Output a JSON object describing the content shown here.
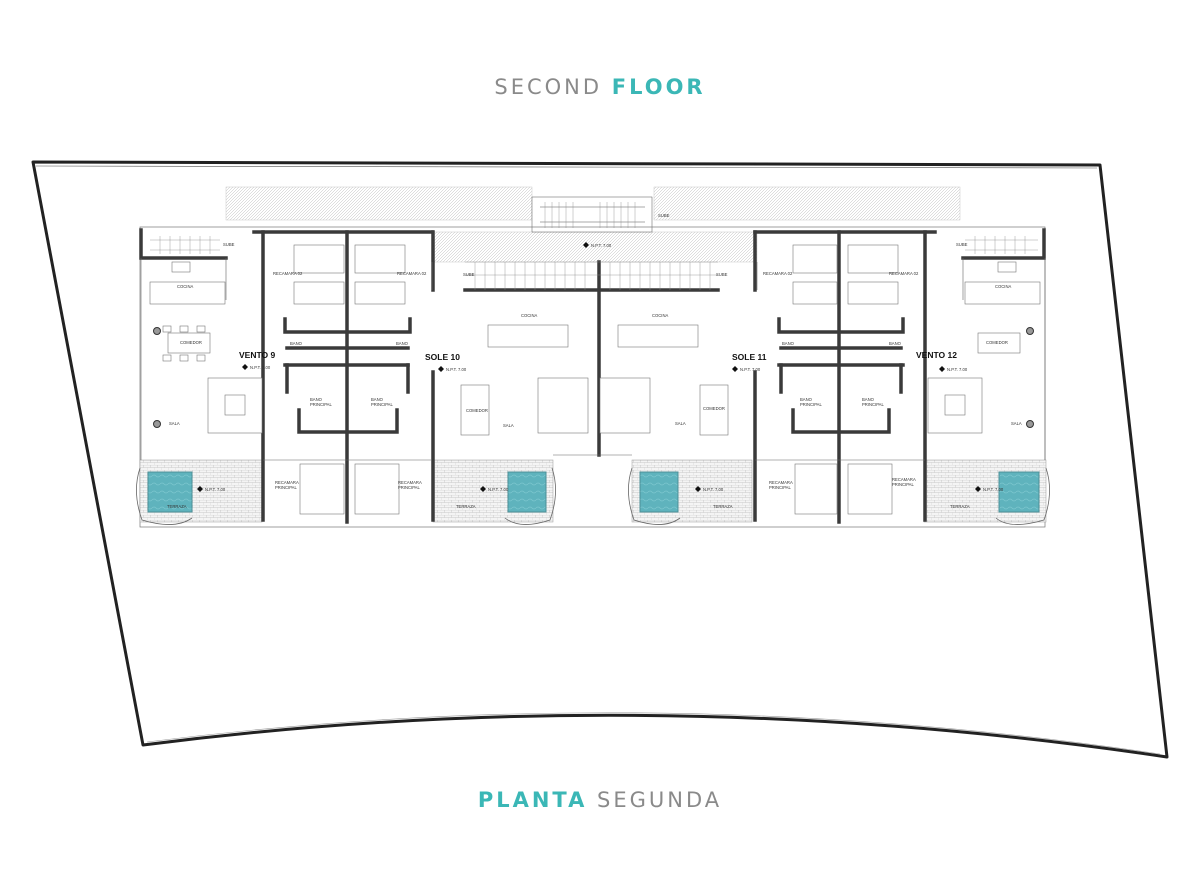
{
  "headings": {
    "top": {
      "normal": "SECOND",
      "accent": "FLOOR"
    },
    "bottom": {
      "accent": "PLANTA",
      "normal": "SEGUNDA"
    }
  },
  "colors": {
    "accent": "#3bb7b6",
    "heading_gray": "#8a8a8a",
    "wall": "#3a3a3a",
    "pool": "#5fb3bd"
  },
  "units": {
    "u9": "VENTO 9",
    "u10": "SOLE 10",
    "u11": "SOLE 11",
    "u12": "VENTO 12"
  },
  "rooms": {
    "sube": "SUBE",
    "cocina": "COCINA",
    "comedor": "COMEDOR",
    "sala": "SALA",
    "recamara02": "RECAMARA 02",
    "bano": "BANO",
    "bano_principal_1": "BANO",
    "bano_principal_2": "PRINCIPAL",
    "recamara_principal_1": "RECAMARA",
    "recamara_principal_2": "PRINCIPAL",
    "terraza": "TERRAZA"
  },
  "level_marker": "N.P.T. 7.00"
}
